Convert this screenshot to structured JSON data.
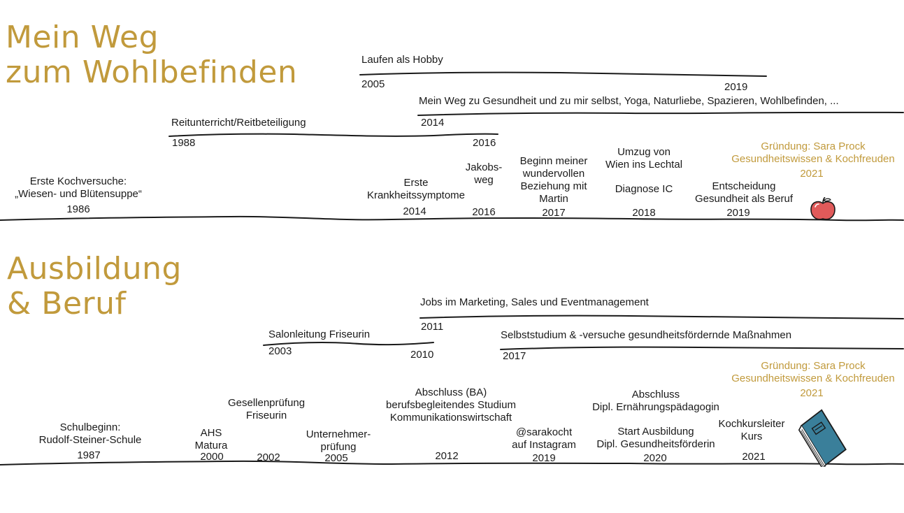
{
  "section1": {
    "title": "Mein Weg\nzum Wohlbefinden",
    "bars": [
      {
        "label": "Laufen als Hobby",
        "start": "2005",
        "end": "2019"
      },
      {
        "label": "Mein Weg zu Gesundheit und zu mir selbst, Yoga, Naturliebe, Spazieren, Wohlbefinden, ...",
        "start": "2014",
        "end": ""
      },
      {
        "label": "Reitunterricht/Reitbeteiligung",
        "start": "1988",
        "end": "2016"
      }
    ],
    "events": [
      {
        "label": "Erste Kochversuche:\n„Wiesen- und Blütensuppe“",
        "year": "1986"
      },
      {
        "label": "Erste\nKrankheitssymptome",
        "year": "2014"
      },
      {
        "label": "Jakobs-\nweg",
        "year": "2016"
      },
      {
        "label": "Beginn meiner\nwundervollen\nBeziehung mit\nMartin",
        "year": "2017"
      },
      {
        "label": "Umzug von\nWien ins Lechtal",
        "year": ""
      },
      {
        "label": "Diagnose IC",
        "year": "2018"
      },
      {
        "label": "Entscheidung\nGesundheit als Beruf",
        "year": "2019"
      },
      {
        "label": "Gründung: Sara Prock\nGesundheitswissen & Kochfreuden",
        "year": "2021"
      }
    ],
    "icon": "apple-icon"
  },
  "section2": {
    "title": "Ausbildung\n& Beruf",
    "bars": [
      {
        "label": "Jobs im Marketing, Sales und Eventmanagement",
        "start": "2011",
        "end": ""
      },
      {
        "label": "Salonleitung Friseurin",
        "start": "2003",
        "end": "2010"
      },
      {
        "label": "Selbststudium & -versuche gesundheitsfördernde Maßnahmen",
        "start": "2017",
        "end": ""
      }
    ],
    "events": [
      {
        "label": "Schulbeginn:\nRudolf-Steiner-Schule",
        "year": "1987"
      },
      {
        "label": "AHS\nMatura",
        "year": "2000"
      },
      {
        "label": "Gesellenprüfung\nFriseurin",
        "year": "2002"
      },
      {
        "label": "Unternehmer-\nprüfung",
        "year": "2005"
      },
      {
        "label": "Abschluss (BA)\nberufsbegleitendes Studium\nKommunikationswirtschaft",
        "year": "2012"
      },
      {
        "label": "@sarakocht\nauf Instagram",
        "year": "2019"
      },
      {
        "label": "Abschluss\nDipl. Ernährungspädagogin",
        "year": ""
      },
      {
        "label": "Start Ausbildung\nDipl. Gesundheitsförderin",
        "year": "2020"
      },
      {
        "label": "Kochkursleiter\nKurs",
        "year": "2021"
      },
      {
        "label": "Gründung: Sara Prock\nGesundheitswissen & Kochfreuden",
        "year": "2021"
      }
    ],
    "icon": "book-icon"
  },
  "colors": {
    "accent": "#c19a3c",
    "ink": "#1a1a1a",
    "apple": "#e05a5a",
    "book": "#3a7f9a"
  }
}
